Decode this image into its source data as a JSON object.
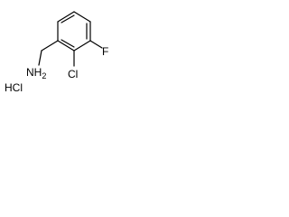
{
  "molecule": {
    "labels": {
      "amine": "NH",
      "amine_h_count": "2",
      "chlorine": "Cl",
      "fluorine": "F",
      "salt": "HCl"
    }
  }
}
